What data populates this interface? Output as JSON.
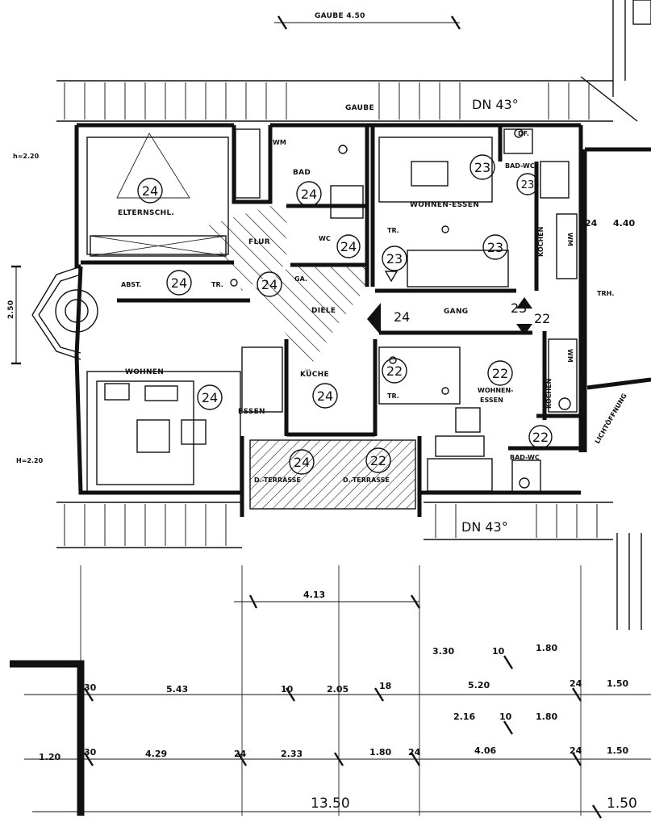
{
  "plan": {
    "gaube_top": "GAUBE 4.50",
    "gaube": "GAUBE",
    "dn_top": "DN 43°",
    "dn_bottom": "DN 43°",
    "h_top": "h=2.20",
    "h_bottom": "H=2.20",
    "side_dim": "2.50",
    "trh": "TRH.",
    "lichtoeffnung": "LICHTÖFFNUNG",
    "rooms": {
      "elternschl": "ELTERNSCHL.",
      "bad": "BAD",
      "wm1": "WM",
      "wc": "WC",
      "flur": "FLUR",
      "abst": "ABST.",
      "tr1": "TR.",
      "ga": "GA.",
      "diele": "DIELE",
      "wohnen": "WOHNEN",
      "essen": "ESSEN",
      "kueche": "KÜCHE",
      "dterrasse1": "D.-TERRASSE",
      "dterrasse2": "D.-TERRASSE",
      "df": "DF.",
      "bad_wc1": "BAD-WC",
      "wohnen_essen1": "WOHNEN-ESSEN",
      "tr2": "TR.",
      "kochen1": "KOCHEN",
      "wm2": "WM",
      "gang": "GANG",
      "tr3": "TR.",
      "wohnen2": "WOHNEN-",
      "essen2": "ESSEN",
      "kochen2": "KOCHEN",
      "wm3": "WM",
      "bad_wc2": "BAD-WC"
    },
    "units": {
      "u24a": "24",
      "u24b": "24",
      "u24c": "24",
      "u24d": "24",
      "u24e": "24",
      "u24f": "24",
      "u24g": "24",
      "u24h": "24",
      "u24i": "24",
      "u23a": "23",
      "u23b": "23",
      "u23c": "23",
      "u23d": "23",
      "u23e": "23",
      "u22a": "22",
      "u22b": "22",
      "u22c": "22",
      "u22d": "22"
    },
    "dims": {
      "d_24_440a": "24",
      "d_24_440b": "4.40",
      "d_413": "4.13",
      "r1": [
        "3.30",
        "10",
        "1.80"
      ],
      "r2": [
        "30",
        "5.43",
        "10",
        "2.05",
        "18",
        "5.20",
        "24",
        "1.50"
      ],
      "r3": [
        "2.16",
        "10",
        "1.80"
      ],
      "r4": [
        "1.20",
        "30",
        "4.29",
        "24",
        "2.33",
        "1.80",
        "24",
        "4.06",
        "24",
        "1.50"
      ],
      "total": "13.50",
      "total_right": "1.50"
    }
  }
}
